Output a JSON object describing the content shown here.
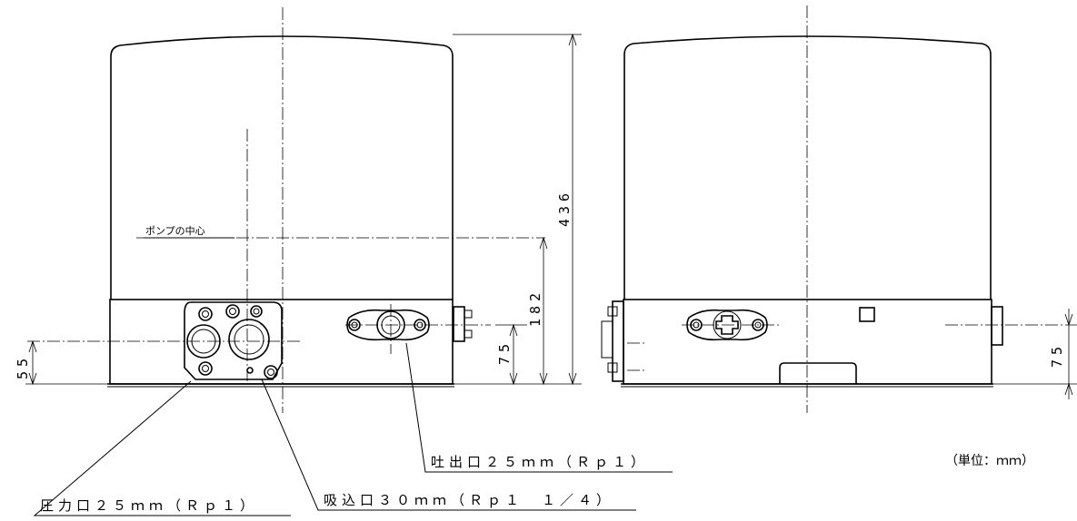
{
  "labels": {
    "pump_center": "ポンプの中心",
    "discharge_port": "吐出口２５ｍｍ（Ｒｐ１）",
    "pressure_port": "圧力口２５ｍｍ（Ｒｐ１）",
    "suction_port": "吸込口３０ｍｍ（Ｒｐ１　１／４）",
    "unit": "（単位：ｍｍ）"
  },
  "dimensions": {
    "total_height": "436",
    "pump_center_height": "182",
    "discharge_height": "75",
    "pressure_height": "55",
    "side_port_height": "75"
  }
}
